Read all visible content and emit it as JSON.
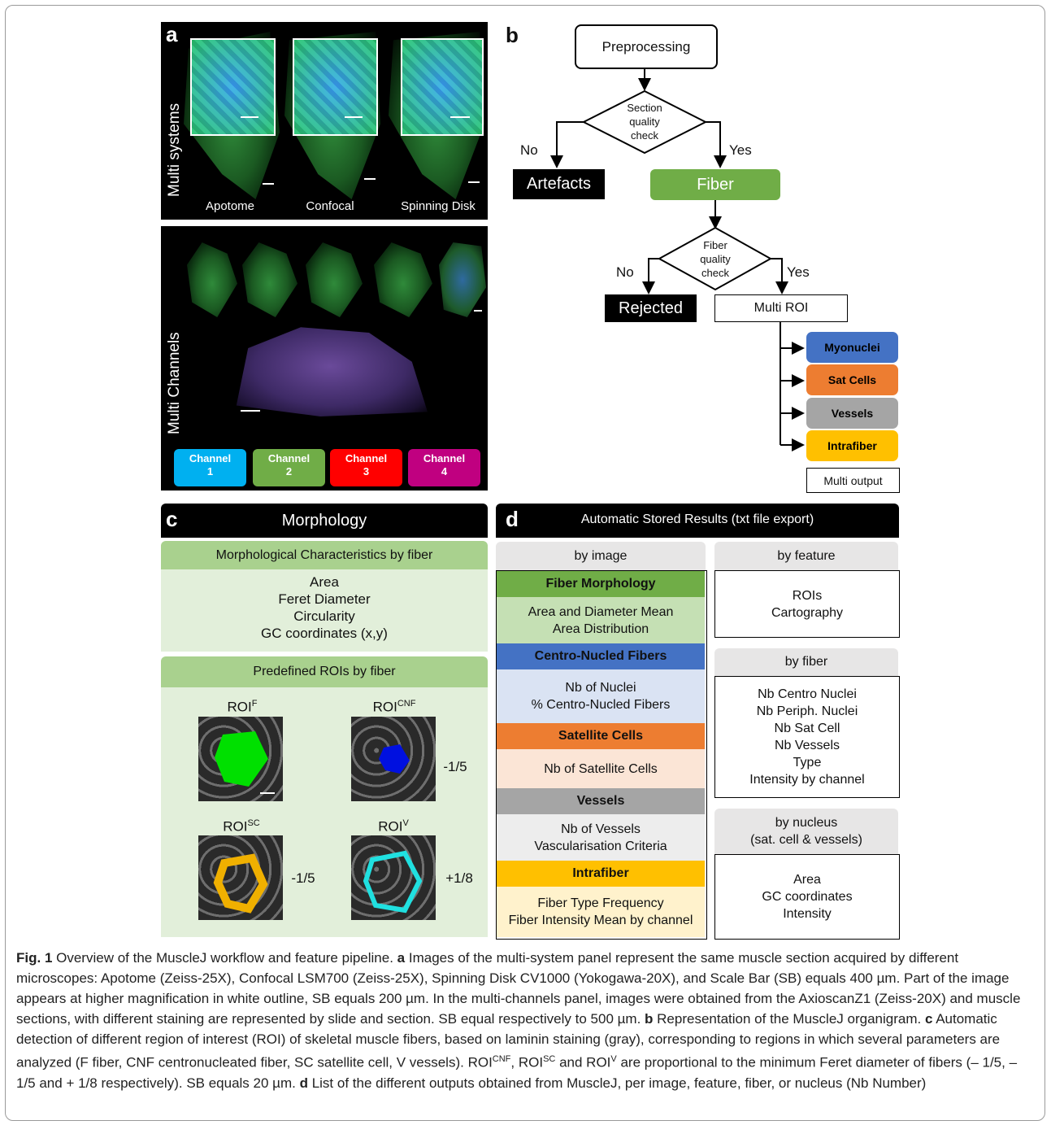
{
  "panel_a": {
    "label": "a",
    "multi_systems_label": "Multi systems",
    "systems": [
      "Apotome",
      "Confocal",
      "Spinning Disk"
    ],
    "multi_channels_label": "Multi Channels",
    "channels": [
      {
        "name": "Channel",
        "num": "1",
        "color": "#00b0f0"
      },
      {
        "name": "Channel",
        "num": "2",
        "color": "#70ad47"
      },
      {
        "name": "Channel",
        "num": "3",
        "color": "#ff0000"
      },
      {
        "name": "Channel",
        "num": "4",
        "color": "#c00080"
      }
    ]
  },
  "panel_b": {
    "label": "b",
    "preprocessing": "Preprocessing",
    "section_check": [
      "Section",
      "quality",
      "check"
    ],
    "no1": "No",
    "yes1": "Yes",
    "artefacts": "Artefacts",
    "fiber": "Fiber",
    "fiber_check": [
      "Fiber",
      "quality",
      "check"
    ],
    "no2": "No",
    "yes2": "Yes",
    "rejected": "Rejected",
    "multi_roi": "Multi ROI",
    "outputs": [
      {
        "label": "Myonuclei",
        "color": "#4472c4"
      },
      {
        "label": "Sat Cells",
        "color": "#ed7d31"
      },
      {
        "label": "Vessels",
        "color": "#a5a5a5"
      },
      {
        "label": "Intrafiber",
        "color": "#ffc000"
      }
    ],
    "multi_output": "Multi output"
  },
  "panel_c": {
    "label": "c",
    "title": "Morphology",
    "morph_header": "Morphological Characteristics by fiber",
    "morph_items": [
      "Area",
      "Feret Diameter",
      "Circularity",
      "GC coordinates (x,y)"
    ],
    "roi_header": "Predefined ROIs by fiber",
    "rois": [
      {
        "base": "ROI",
        "sup": "F",
        "factor": ""
      },
      {
        "base": "ROI",
        "sup": "CNF",
        "factor": "-1/5"
      },
      {
        "base": "ROI",
        "sup": "SC",
        "factor": "-1/5"
      },
      {
        "base": "ROI",
        "sup": "V",
        "factor": "+1/8"
      }
    ]
  },
  "panel_d": {
    "label": "d",
    "title": "Automatic Stored Results (txt file export)",
    "by_image": "by image",
    "sections": [
      {
        "title": "Fiber Morphology",
        "bar_color": "#70ad47",
        "body_color": "#c5e0b4",
        "lines": [
          "Area and Diameter Mean",
          "Area Distribution"
        ]
      },
      {
        "title": "Centro-Nucled Fibers",
        "bar_color": "#4472c4",
        "body_color": "#dae3f3",
        "lines": [
          "Nb of Nuclei",
          "% Centro-Nucled Fibers"
        ]
      },
      {
        "title": "Satellite Cells",
        "bar_color": "#ed7d31",
        "body_color": "#fbe5d6",
        "lines": [
          "Nb of Satellite Cells"
        ]
      },
      {
        "title": "Vessels",
        "bar_color": "#a5a5a5",
        "body_color": "#ededed",
        "lines": [
          "Nb of Vessels",
          "Vascularisation Criteria"
        ]
      },
      {
        "title": "Intrafiber",
        "bar_color": "#ffc000",
        "body_color": "#fff2cc",
        "lines": [
          "Fiber Type Frequency",
          "Fiber Intensity Mean by channel"
        ]
      }
    ],
    "by_feature": {
      "title": "by feature",
      "lines": [
        "ROIs",
        "Cartography"
      ]
    },
    "by_fiber": {
      "title": "by fiber",
      "lines": [
        "Nb Centro Nuclei",
        "Nb Periph. Nuclei",
        "Nb Sat Cell",
        "Nb Vessels",
        "Type",
        "Intensity by channel"
      ]
    },
    "by_nucleus": {
      "title_lines": [
        "by nucleus",
        "(sat. cell & vessels)"
      ],
      "lines": [
        "Area",
        "GC coordinates",
        "Intensity"
      ]
    }
  },
  "caption": {
    "fig": "Fig. 1",
    "intro": " Overview of the MuscleJ workflow and feature pipeline. ",
    "a": "a",
    "a_text": " Images of the multi-system panel represent the same muscle section acquired by different microscopes: Apotome (Zeiss-25X), Confocal LSM700 (Zeiss-25X), Spinning Disk CV1000 (Yokogawa-20X), and Scale Bar (SB) equals 400 µm. Part of the image appears at higher magnification in white outline, SB equals 200 µm. In the multi-channels panel, images were obtained from the AxioscanZ1 (Zeiss-20X) and muscle sections, with different staining are represented by slide and section. SB equal respectively to 500 µm. ",
    "b": "b",
    "b_text": " Representation of the MuscleJ organigram. ",
    "c": "c",
    "c_text": " Automatic detection of different region of interest (ROI) of skeletal muscle fibers, based on laminin staining (gray), corresponding to regions in which several parameters are analyzed (F fiber, CNF centronucleated fiber, SC satellite cell, V vessels). ROI",
    "c_sup1": "CNF",
    "c_mid1": ", ROI",
    "c_sup2": "SC",
    "c_mid2": " and ROI",
    "c_sup3": "V",
    "c_end": " are proportional to the minimum Feret diameter of fibers (– 1/5, – 1/5 and + 1/8 respectively). SB equals 20 µm. ",
    "d": "d",
    "d_text": " List of the different outputs obtained from MuscleJ, per image, feature, fiber, or nucleus (Nb Number)"
  }
}
